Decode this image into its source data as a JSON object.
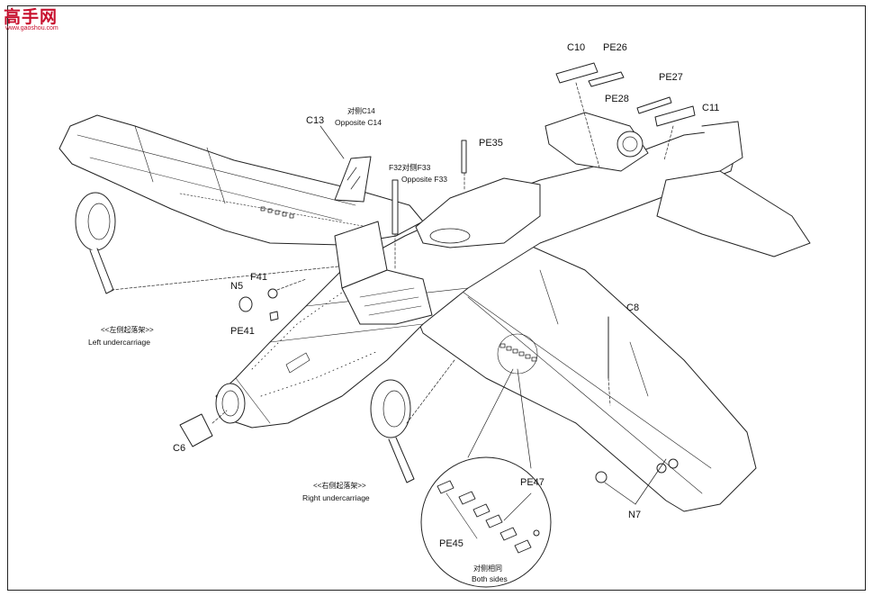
{
  "watermark": {
    "logo_text": "高手网",
    "url": "www.gaoshou.com"
  },
  "labels": {
    "c13": "C13",
    "c14_cn": "对侧C14",
    "c14_en": "Opposite C14",
    "f32_line": "F32对侧F33",
    "f33_en": "Opposite F33",
    "pe35": "PE35",
    "c10": "C10",
    "pe26": "PE26",
    "pe28": "PE28",
    "pe27": "PE27",
    "c11": "C11",
    "n5": "N5",
    "f41": "F41",
    "pe41": "PE41",
    "left_uc_cn": "<<左侧起落架>>",
    "left_uc_en": "Left undercarriage",
    "c8": "C8",
    "c6": "C6",
    "right_uc_cn": "<<右侧起落架>>",
    "right_uc_en": "Right undercarriage",
    "pe47": "PE47",
    "pe45": "PE45",
    "both_cn": "对侧相同",
    "both_en": "Both sides",
    "n7": "N7"
  }
}
